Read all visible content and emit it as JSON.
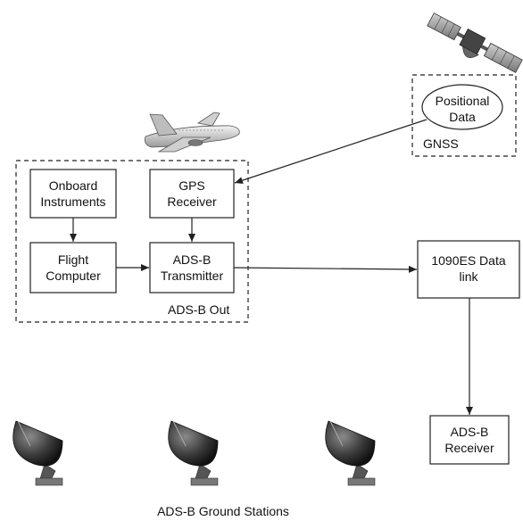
{
  "nodes": {
    "onboard": [
      "Onboard",
      "Instruments"
    ],
    "gps": [
      "GPS",
      "Receiver"
    ],
    "flight": [
      "Flight",
      "Computer"
    ],
    "transmitter": [
      "ADS-B",
      "Transmitter"
    ],
    "positional": [
      "Positional",
      "Data"
    ],
    "datalink": [
      "1090ES Data",
      "link"
    ],
    "receiver": [
      "ADS-B",
      "Receiver"
    ]
  },
  "groups": {
    "ads_b_out": "ADS-B Out",
    "gnss": "GNSS"
  },
  "footer": "ADS-B Ground Stations",
  "icons": [
    "satellite-icon",
    "airplane-icon",
    "dish-icon"
  ]
}
